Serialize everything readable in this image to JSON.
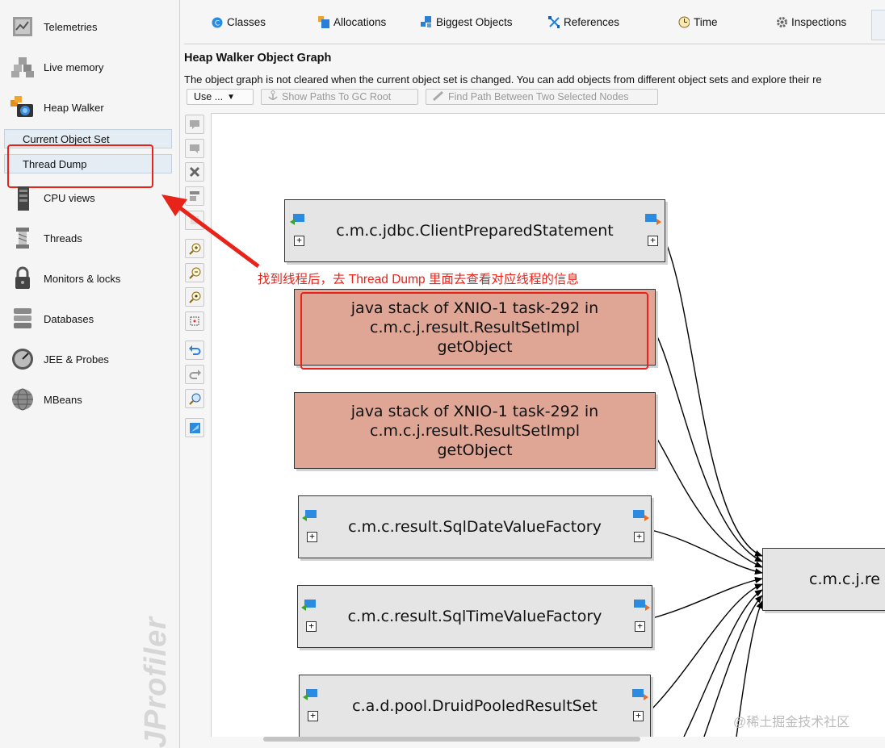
{
  "sidebar": {
    "items": [
      {
        "label": "Telemetries",
        "icon": "telemetries-icon"
      },
      {
        "label": "Live memory",
        "icon": "live-memory-icon"
      },
      {
        "label": "Heap Walker",
        "icon": "heap-walker-icon"
      },
      {
        "label": "CPU views",
        "icon": "cpu-views-icon"
      },
      {
        "label": "Threads",
        "icon": "threads-icon"
      },
      {
        "label": "Monitors & locks",
        "icon": "lock-icon"
      },
      {
        "label": "Databases",
        "icon": "database-icon"
      },
      {
        "label": "JEE & Probes",
        "icon": "gauge-icon"
      },
      {
        "label": "MBeans",
        "icon": "globe-icon"
      }
    ],
    "subitems": [
      {
        "label": "Current Object Set"
      },
      {
        "label": "Thread Dump"
      }
    ],
    "brand": "JProfiler"
  },
  "tabs": [
    {
      "label": "Classes",
      "icon": "classes-icon"
    },
    {
      "label": "Allocations",
      "icon": "allocations-icon"
    },
    {
      "label": "Biggest Objects",
      "icon": "biggest-objects-icon"
    },
    {
      "label": "References",
      "icon": "references-icon"
    },
    {
      "label": "Time",
      "icon": "clock-icon"
    },
    {
      "label": "Inspections",
      "icon": "gear-icon"
    }
  ],
  "heading": "Heap Walker Object Graph",
  "description": "The object graph is not cleared when the current object set is changed. You can add objects from different object sets and explore their re",
  "buttons": {
    "use": "Use ...",
    "show_paths": "Show Paths To GC Root",
    "find_path": "Find Path Between Two Selected Nodes"
  },
  "graph": {
    "nodes": [
      {
        "label": "c.m.c.jdbc.ClientPreparedStatement",
        "kind": "object"
      },
      {
        "label": "java stack of XNIO-1 task-292 in\nc.m.c.j.result.ResultSetImpl\ngetObject",
        "kind": "stack"
      },
      {
        "label": "java stack of XNIO-1 task-292 in\nc.m.c.j.result.ResultSetImpl\ngetObject",
        "kind": "stack"
      },
      {
        "label": "c.m.c.result.SqlDateValueFactory",
        "kind": "object"
      },
      {
        "label": "c.m.c.result.SqlTimeValueFactory",
        "kind": "object"
      },
      {
        "label": "c.a.d.pool.DruidPooledResultSet",
        "kind": "object"
      },
      {
        "label": "c.m.c.j.re",
        "kind": "object"
      }
    ],
    "expand_symbol": "+"
  },
  "annotation": "找到线程后，去 Thread Dump 里面去查看对应线程的信息",
  "watermark": "@稀土掘金技术社区",
  "colors": {
    "stack_node": "#dfa696",
    "object_node": "#e5e5e5",
    "annotation_red": "#e8231a",
    "selection_blue": "#e4ecf4"
  }
}
